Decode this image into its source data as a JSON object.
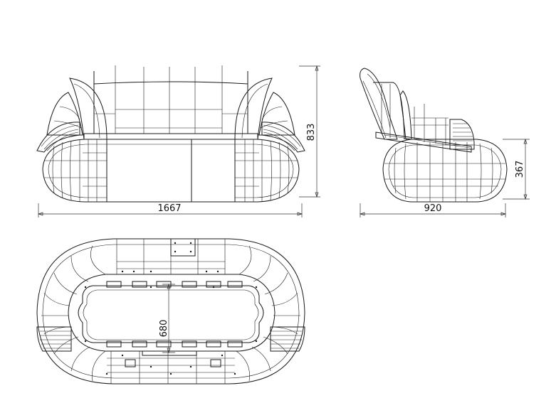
{
  "views": {
    "front": {
      "width_label": "1667",
      "height_label": "833"
    },
    "side": {
      "width_label": "920",
      "height_label": "367"
    },
    "top": {
      "depth_label": "680"
    }
  },
  "colors": {
    "line": "#1a1a1a",
    "background": "#ffffff"
  }
}
